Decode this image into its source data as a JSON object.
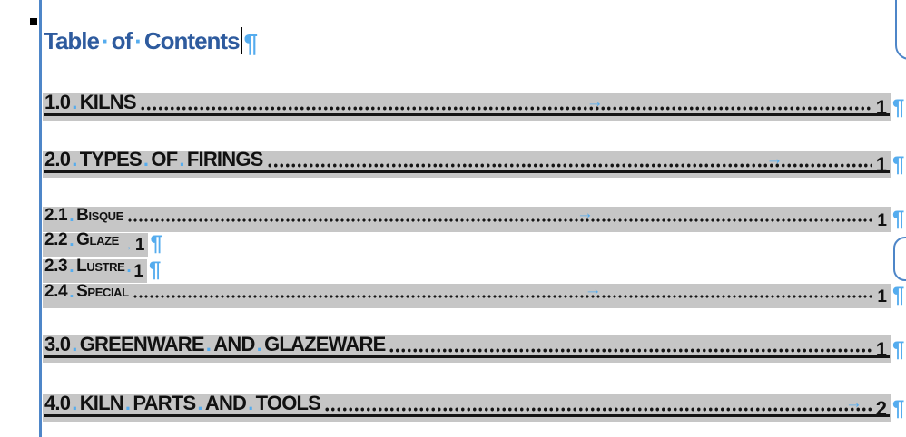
{
  "colors": {
    "title_blue": "#2E5B9E",
    "mark_blue": "#55ACEE",
    "band_gray": "#C6C6C6",
    "bar_blue": "#4E86C8",
    "text_black": "#111111"
  },
  "marks": {
    "space_dot": "·",
    "pilcrow": "¶",
    "tab_arrow": "→"
  },
  "title": {
    "word1": "Table",
    "word2": "of",
    "word3": "Contents"
  },
  "toc": {
    "rows": [
      {
        "num": "1.0",
        "words": [
          "KILNS"
        ],
        "page": "1"
      },
      {
        "num": "2.0",
        "words": [
          "TYPES",
          "OF",
          "FIRINGS"
        ],
        "page": "1"
      },
      {
        "num": "2.1",
        "words": [
          "Bisque"
        ],
        "page": "1"
      },
      {
        "num": "2.2",
        "words": [
          "Glaze"
        ],
        "page": "1"
      },
      {
        "num": "2.3",
        "words": [
          "Lustre"
        ],
        "page": "1"
      },
      {
        "num": "2.4",
        "words": [
          "Special"
        ],
        "page": "1"
      },
      {
        "num": "3.0",
        "words": [
          "GREENWARE",
          "AND",
          "GLAZEWARE"
        ],
        "page": "1"
      },
      {
        "num": "4.0",
        "words": [
          "KILN",
          "PARTS",
          "AND",
          "TOOLS"
        ],
        "page": "2"
      }
    ]
  }
}
